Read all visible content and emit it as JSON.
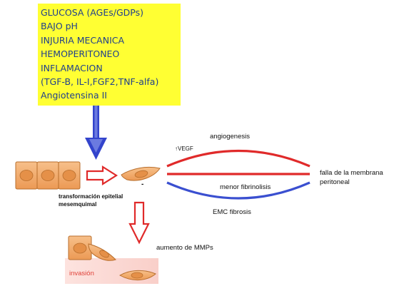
{
  "factors_box": {
    "lines": [
      "GLUCOSA (AGEs/GDPs)",
      "BAJO pH",
      "INJURIA MECANICA",
      "HEMOPERITONEO",
      "INFLAMACION",
      "(TGF-B, IL-I,FGF2,TNF-alfa)",
      "Angiotensina II"
    ]
  },
  "labels": {
    "emt_line1": "transformación epitelial",
    "emt_line2": "mesemquimal",
    "angiogenesis": "angiogenesis",
    "vegf": "VEGF",
    "vegf_arrow": "↑",
    "fibrinolysis": "menor fibrinolisis",
    "emc_fibrosis": "EMC fibrosis",
    "failure_line1": "falla de la membrana",
    "failure_line2": "peritoneal",
    "mmp": "aumento de MMPs",
    "invasion": "invasión",
    "minus": "-"
  },
  "colors": {
    "box_yellow": "#ffff33",
    "box_text": "#1f3f8c",
    "blue_arrow": "#3344cc",
    "red_line": "#e02a2a",
    "blue_line": "#3a4fd0",
    "cell_fill": "#f0a868",
    "cell_edge": "#b86e2c",
    "nucleus": "#e59048",
    "tissue_pink": "#fbd7d2"
  }
}
